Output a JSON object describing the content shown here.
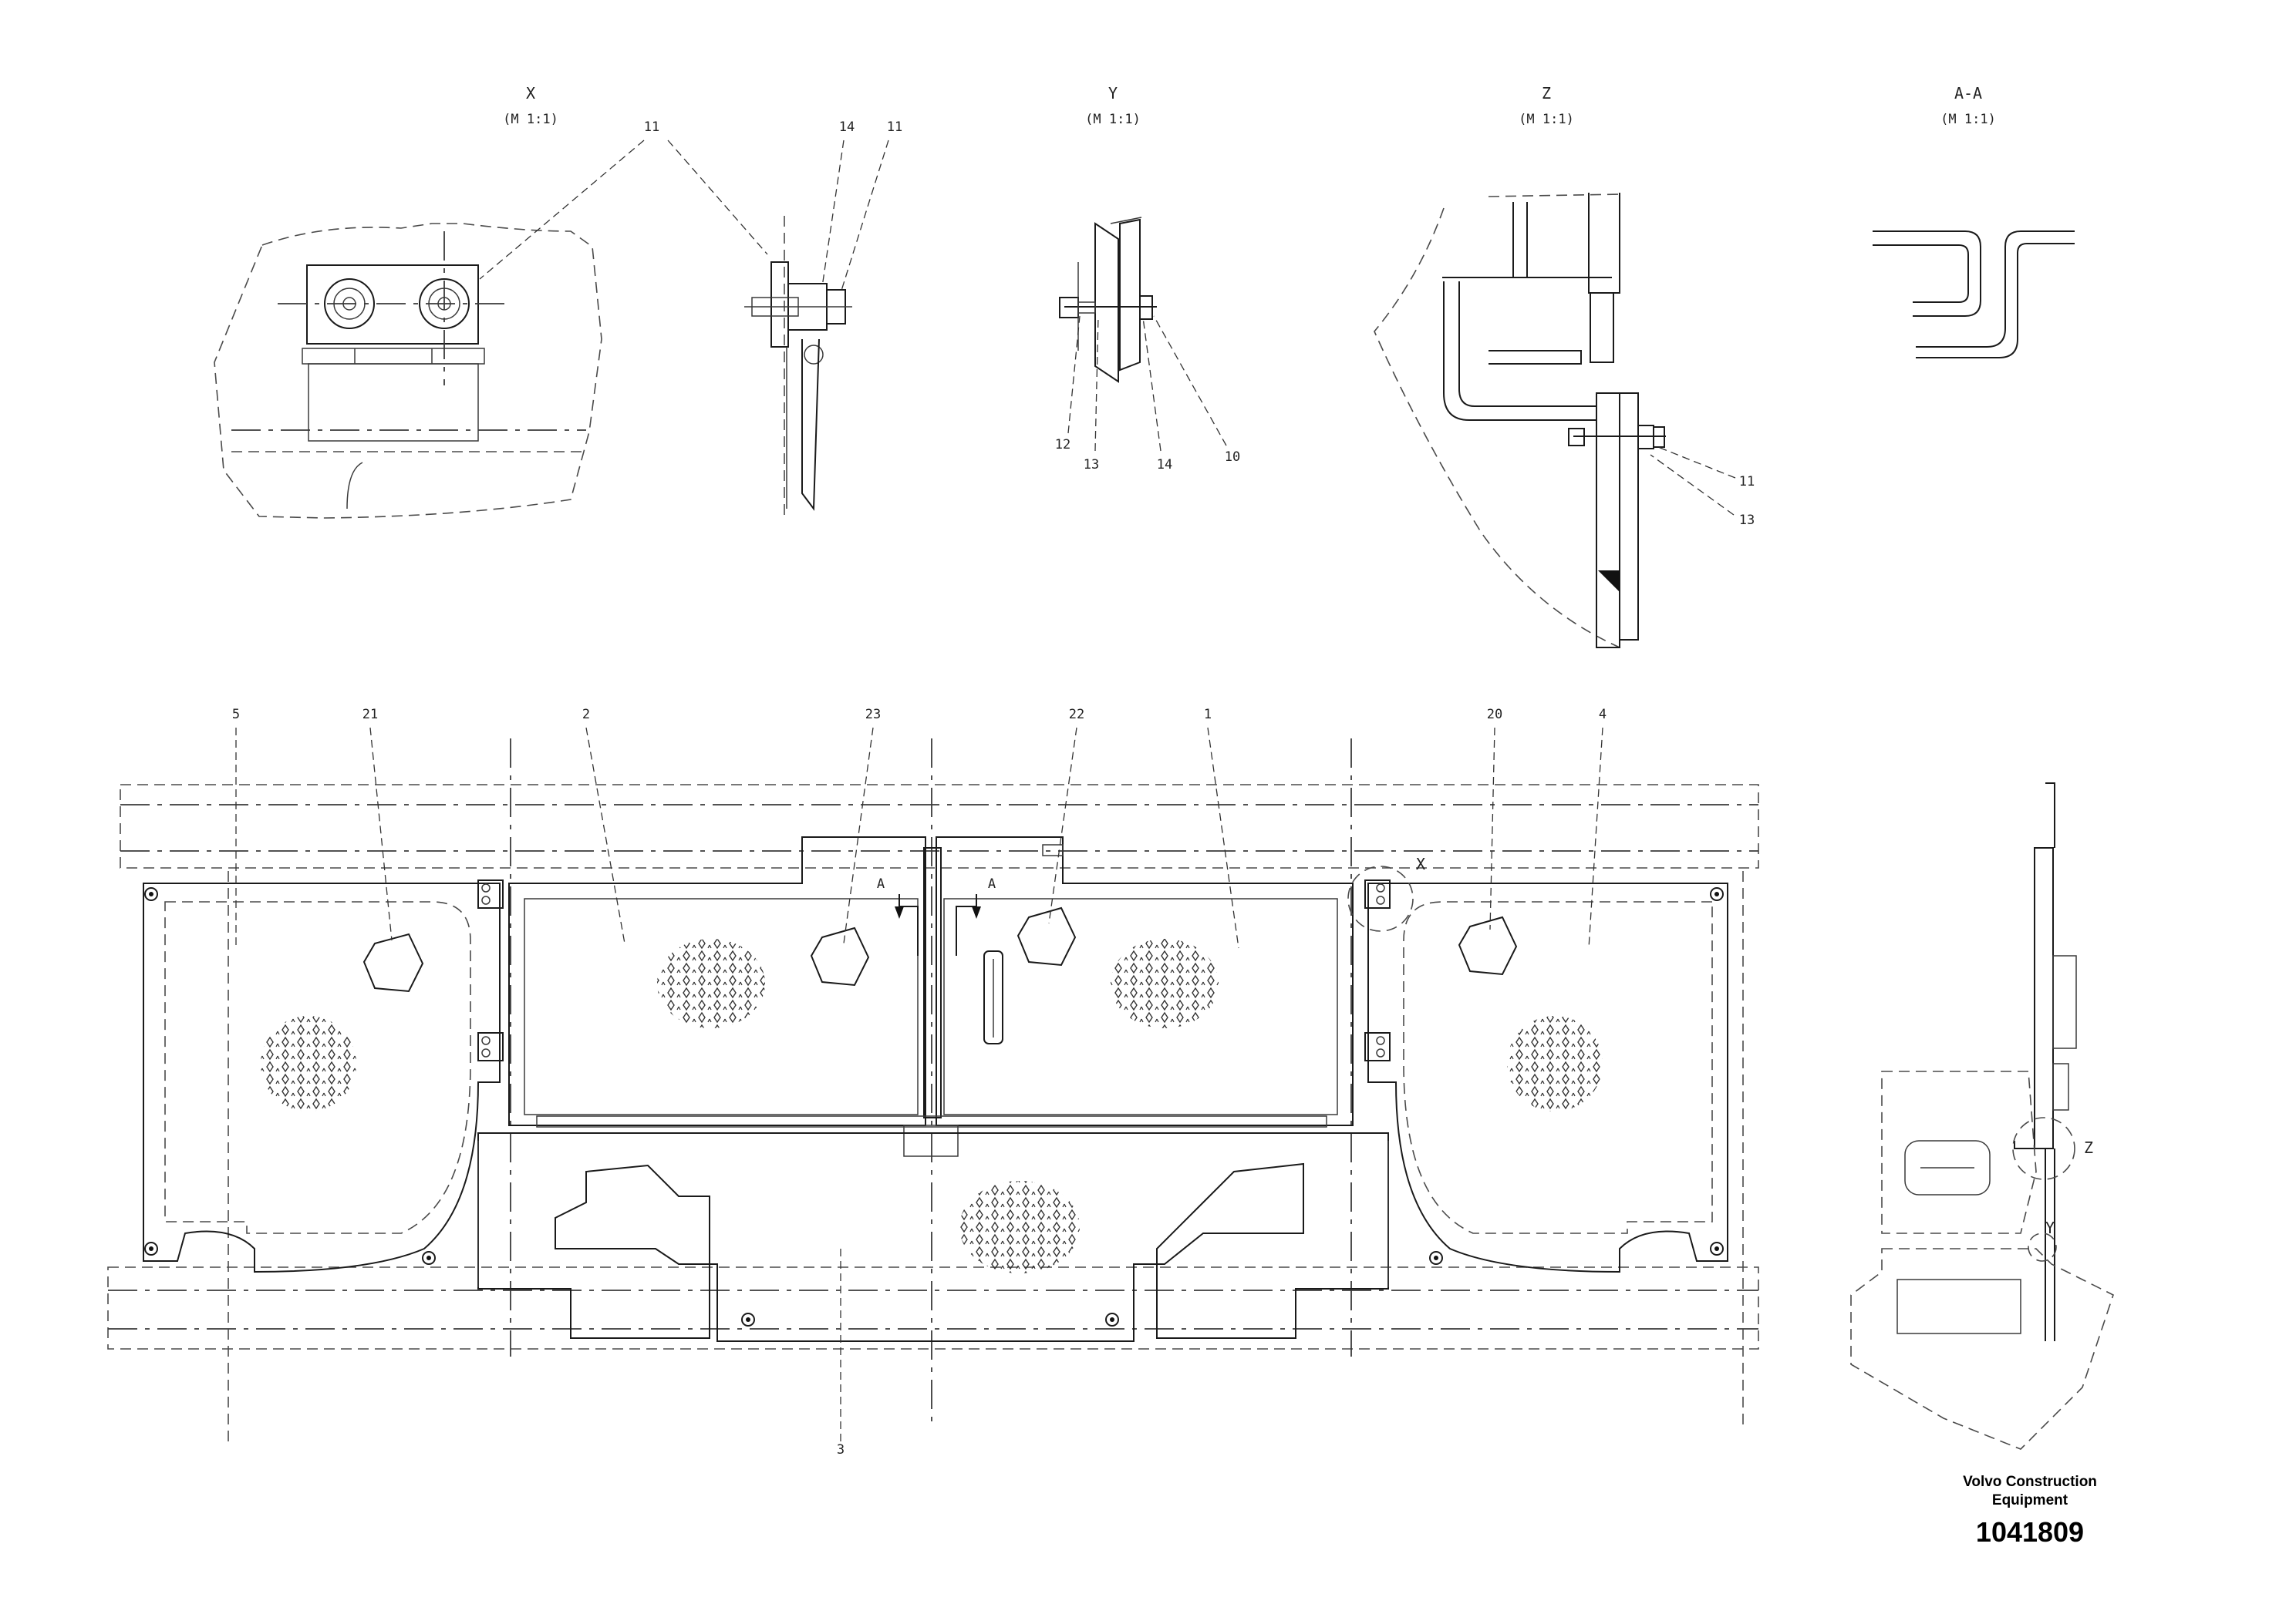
{
  "views": {
    "x": {
      "letter": "X",
      "scale": "(M 1:1)"
    },
    "y": {
      "letter": "Y",
      "scale": "(M 1:1)"
    },
    "z": {
      "letter": "Z",
      "scale": "(M 1:1)"
    },
    "aa": {
      "letter": "A-A",
      "scale": "(M 1:1)"
    }
  },
  "callouts": {
    "x_11a": "11",
    "x_14": "14",
    "x_11b": "11",
    "y_12": "12",
    "y_13": "13",
    "y_14": "14",
    "y_10": "10",
    "z_11": "11",
    "z_13": "13",
    "m_5": "5",
    "m_21": "21",
    "m_2": "2",
    "m_23": "23",
    "m_22": "22",
    "m_1": "1",
    "m_20": "20",
    "m_4": "4",
    "m_3": "3",
    "sec_a_left": "A",
    "sec_a_right": "A",
    "detail_x": "X",
    "detail_z": "Z",
    "detail_y": "Y"
  },
  "title_block": {
    "company_line1": "Volvo Construction",
    "company_line2": "Equipment",
    "drawing_number": "1041809"
  }
}
